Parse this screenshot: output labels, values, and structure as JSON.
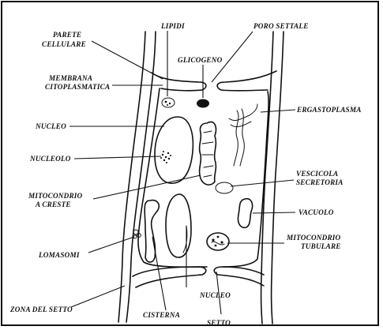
{
  "labels": {
    "parete_1": "PARETE",
    "parete_2": "CELLULARE",
    "lipidi": "LIPIDI",
    "poro_settale": "PORO SETTALE",
    "glicogeno": "GLICOGENO",
    "membrana_1": "MEMBRANA",
    "membrana_2": "CITOPLASMATICA",
    "ergastoplasma": "ERGASTOPLASMA",
    "nucleo_top": "NUCLEO",
    "nucleolo": "NUCLEOLO",
    "vescicola_1": "VESCICOLA",
    "vescicola_2": "SECRETORIA",
    "mitocondrio_creste_1": "MITOCONDRIO",
    "mitocondrio_creste_2": "A CRESTE",
    "vacuolo": "VACUOLO",
    "mitocondrio_tubulare_1": "MITOCONDRIO",
    "mitocondrio_tubulare_2": "TUBULARE",
    "lomasomi": "LOMASOMI",
    "nucleo_bottom": "NUCLEO",
    "zona_setto": "ZONA DEL SETTO",
    "cisterna": "CISTERNA",
    "setto": "SETTO"
  }
}
